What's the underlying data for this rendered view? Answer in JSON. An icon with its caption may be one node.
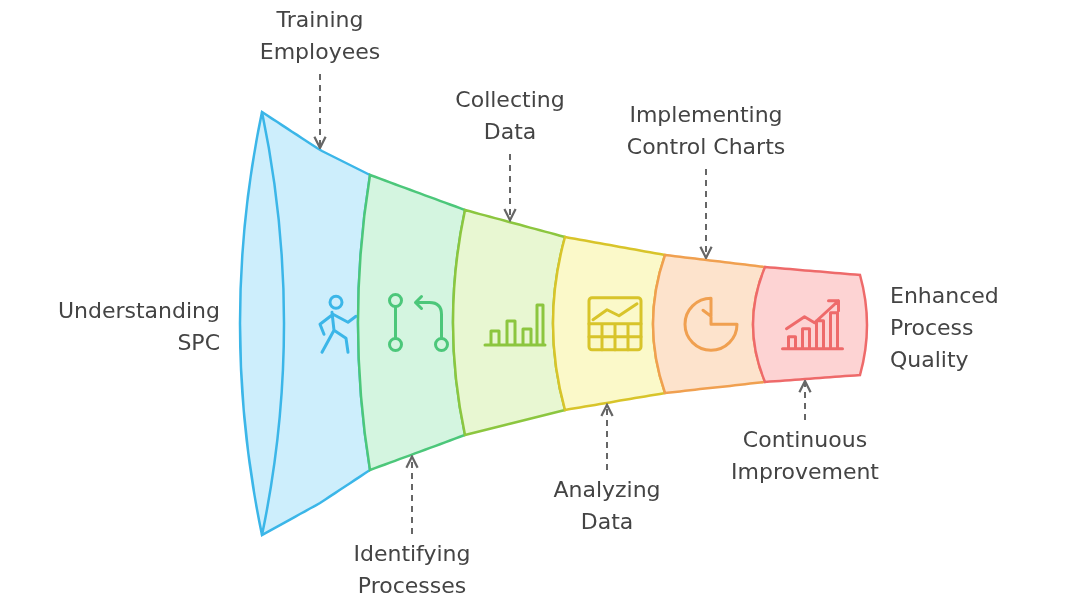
{
  "diagram": {
    "nodes": [
      {
        "text": [],
        "shape": "band"
      },
      {
        "text": [],
        "shape": "band"
      },
      {
        "text": [],
        "shape": "band"
      },
      {
        "text": [],
        "shape": "band"
      },
      {
        "text": [],
        "shape": "band"
      },
      {
        "text": [],
        "shape": "band"
      },
      {
        "text": [
          "Training Employees"
        ]
      },
      {
        "text": [
          "Identifying Processes"
        ]
      },
      {
        "text": [
          "Collecting Data"
        ]
      },
      {
        "text": [
          "Analyzing Data"
        ]
      },
      {
        "text": [
          "Implementing Control Charts"
        ]
      },
      {
        "text": [
          "Continuous Improvement"
        ]
      }
    ],
    "edges": [
      {
        "from": 6,
        "to": 0,
        "arrow": "to",
        "style": "dashed"
      },
      {
        "from": 7,
        "to": 1,
        "arrow": "to",
        "style": "dashed"
      },
      {
        "from": 8,
        "to": 2,
        "arrow": "to",
        "style": "dashed"
      },
      {
        "from": 9,
        "to": 3,
        "arrow": "to",
        "style": "dashed"
      },
      {
        "from": 10,
        "to": 4,
        "arrow": "to",
        "style": "dashed"
      },
      {
        "from": 11,
        "to": 5,
        "arrow": "to",
        "style": "dashed"
      }
    ],
    "labels": [
      "Understanding SPC",
      "Enhanced Process Quality"
    ]
  }
}
